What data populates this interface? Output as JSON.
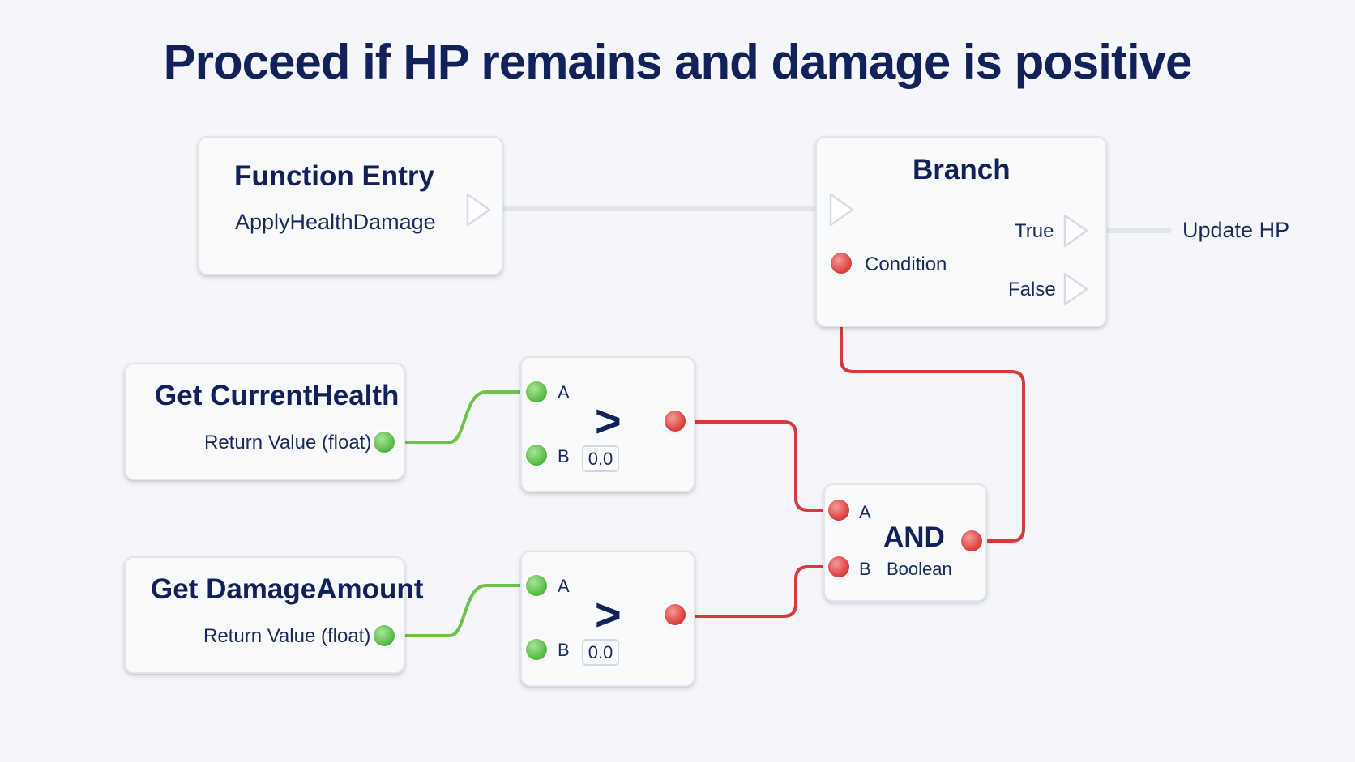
{
  "title": "Proceed if HP remains and damage is positive",
  "colors": {
    "bool_wire": "#d43c3c",
    "float_wire": "#6cc24a",
    "exec_wire": "#e9ebf0",
    "text": "#13215a"
  },
  "nodes": {
    "function_entry": {
      "title": "Function Entry",
      "subtitle": "ApplyHealthDamage"
    },
    "branch": {
      "title": "Branch",
      "condition_label": "Condition",
      "true_label": "True",
      "false_label": "False"
    },
    "get_current_health": {
      "title": "Get CurrentHealth",
      "output_label": "Return Value (float)"
    },
    "get_damage_amount": {
      "title": "Get DamageAmount",
      "output_label": "Return Value (float)"
    },
    "compare_health": {
      "operator": ">",
      "pin_a": "A",
      "pin_b": "B",
      "b_value": "0.0"
    },
    "compare_damage": {
      "operator": ">",
      "pin_a": "A",
      "pin_b": "B",
      "b_value": "0.0"
    },
    "and_node": {
      "title": "AND",
      "pin_a": "A",
      "pin_b": "B",
      "type_label": "Boolean"
    }
  },
  "update_hp_label": "Update HP"
}
